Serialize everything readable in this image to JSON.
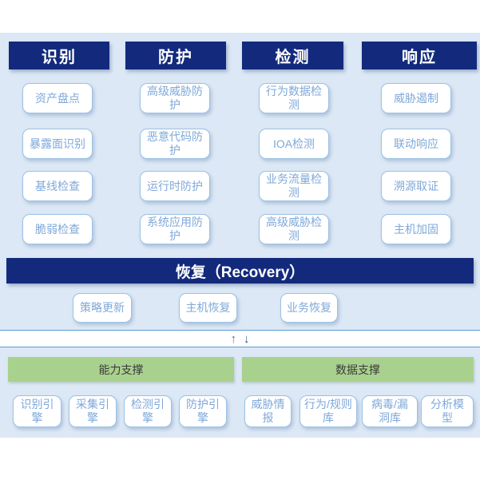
{
  "colors": {
    "navy": "#132a7c",
    "panel": "#dce8f5",
    "green": "#a9d18e",
    "line": "#5b9bd5",
    "boxBorder": "#9cc2e5",
    "boxText": "#7fa8d9",
    "arrowUp": "#4472c4",
    "arrowDown": "#2b579a"
  },
  "columns": [
    {
      "title": "识别",
      "items": [
        "资产盘点",
        "暴露面识别",
        "基线检查",
        "脆弱检查"
      ]
    },
    {
      "title": "防护",
      "items": [
        "高级威胁防护",
        "恶意代码防护",
        "运行时防护",
        "系统应用防护"
      ]
    },
    {
      "title": "检测",
      "items": [
        "行为数据检测",
        "IOA检测",
        "业务流量检测",
        "高级威胁检测"
      ]
    },
    {
      "title": "响应",
      "items": [
        "威胁遏制",
        "联动响应",
        "溯源取证",
        "主机加固"
      ]
    }
  ],
  "recovery": {
    "title": "恢复（Recovery）",
    "items": [
      "策略更新",
      "主机恢复",
      "业务恢复"
    ]
  },
  "connector": {
    "up_arrow": "↑",
    "down_arrow": "↓"
  },
  "support": [
    {
      "title": "能力支撑",
      "items": [
        "识别引擎",
        "采集引擎",
        "检测引擎",
        "防护引擎"
      ]
    },
    {
      "title": "数据支撑",
      "items": [
        "威胁情报",
        "行为/规则库",
        "病毒/漏洞库",
        "分析模型"
      ]
    }
  ]
}
